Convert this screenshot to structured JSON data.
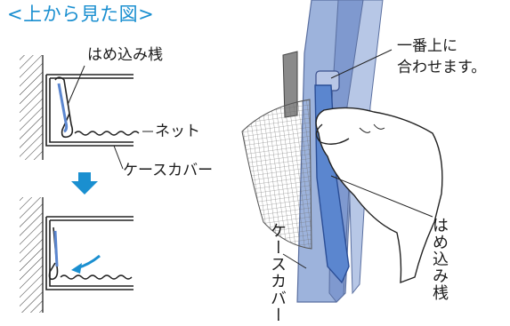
{
  "title": "<上から見た図>",
  "labels": {
    "hamekomi_top": "はめ込み桟",
    "net": "ネット",
    "case_cover_mid": "ケースカバー",
    "align_line1": "一番上に",
    "align_line2": "合わせます。",
    "hamekomi_vertical": "はめ込み桟",
    "case_cover_vertical": "ケースカバー"
  },
  "colors": {
    "accent": "#1a8fd0",
    "frame_blue": "#9db3dc",
    "frame_dark": "#6f89c4",
    "strip_blue": "#5b86cf",
    "ink": "#1a1a1a"
  },
  "icons": {
    "step_arrow": "arrow-down-icon",
    "insert_arrow": "curved-arrow-icon"
  }
}
